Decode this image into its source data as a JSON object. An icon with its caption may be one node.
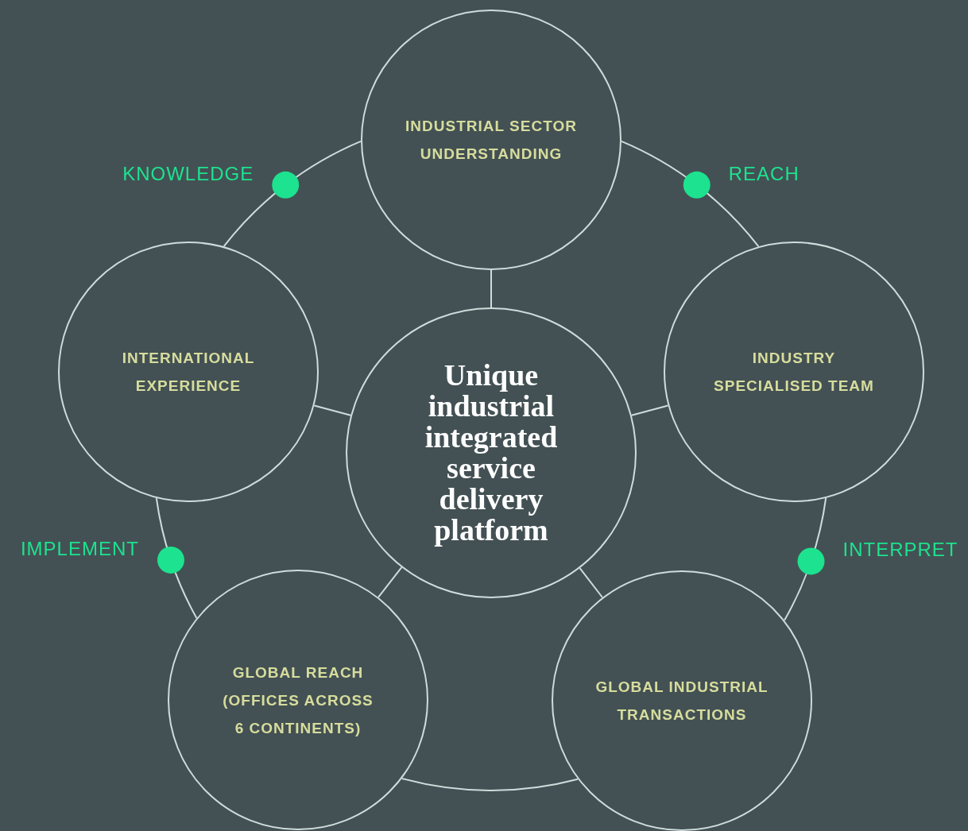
{
  "diagram": {
    "nodes": [
      {
        "text": [
          "INDUSTRIAL SECTOR UNDERSTANDING"
        ]
      },
      {
        "text": [
          "INTERNATIONAL EXPERIENCE"
        ]
      },
      {
        "text": [
          "Unique industrial integrated service delivery platform"
        ]
      },
      {
        "text": [
          "INDUSTRY SPECIALISED TEAM"
        ]
      },
      {
        "text": [
          "GLOBAL REACH (OFFICES ACROSS 6 CONTINENTS)"
        ]
      },
      {
        "text": [
          "GLOBAL INDUSTRIAL TRANSACTIONS"
        ]
      }
    ],
    "edges": [
      {
        "from": 2,
        "to": 0,
        "arrow": "none"
      },
      {
        "from": 2,
        "to": 1,
        "arrow": "none"
      },
      {
        "from": 2,
        "to": 3,
        "arrow": "none"
      },
      {
        "from": 2,
        "to": 4,
        "arrow": "none"
      },
      {
        "from": 2,
        "to": 5,
        "arrow": "none"
      },
      {
        "from": 1,
        "to": 0,
        "arrow": "none",
        "label": "KNOWLEDGE"
      },
      {
        "from": 0,
        "to": 3,
        "arrow": "none",
        "label": "REACH"
      },
      {
        "from": 3,
        "to": 5,
        "arrow": "none",
        "label": "INTERPRET"
      },
      {
        "from": 5,
        "to": 4,
        "arrow": "none"
      },
      {
        "from": 4,
        "to": 1,
        "arrow": "none",
        "label": "IMPLEMENT"
      }
    ]
  }
}
